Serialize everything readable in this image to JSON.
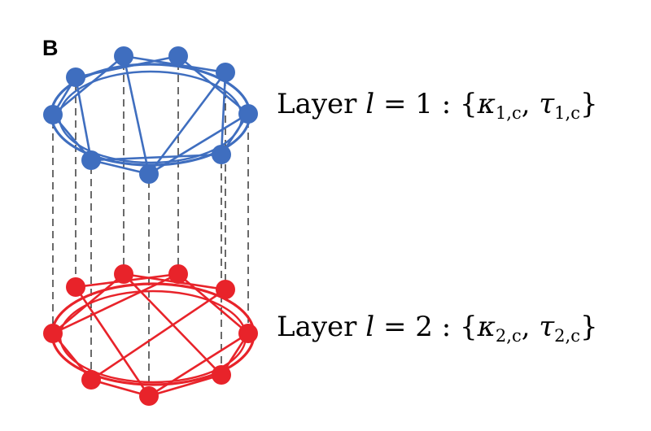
{
  "panel_label": "B",
  "colors": {
    "layer1": "#3f6ebf",
    "layer2": "#e8232a",
    "connector": "#1a1a1a"
  },
  "layers": [
    {
      "word": "Layer",
      "var": "l",
      "equals": "=",
      "number": "1",
      "colon": ":",
      "open": "{",
      "kappa": "κ",
      "kappa_sub": "1,c",
      "comma": ",",
      "tau": "τ",
      "tau_sub": "1,c",
      "close": "}"
    },
    {
      "word": "Layer",
      "var": "l",
      "equals": "=",
      "number": "2",
      "colon": ":",
      "open": "{",
      "kappa": "κ",
      "kappa_sub": "2,c",
      "comma": ",",
      "tau": "τ",
      "tau_sub": "2,c",
      "close": "}"
    }
  ]
}
